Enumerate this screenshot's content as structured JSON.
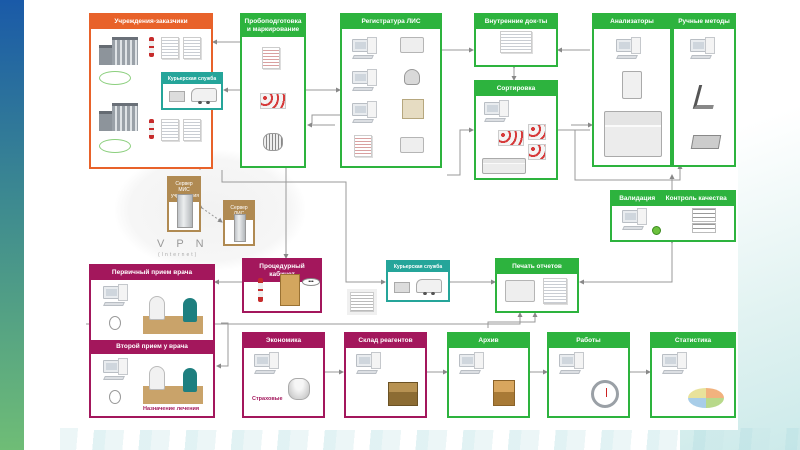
{
  "colors": {
    "green": "#2db33e",
    "orange": "#e8622a",
    "plum": "#a3175c",
    "teal": "#25a59a",
    "tan": "#b08a52"
  },
  "boxes": {
    "clients": "Учреждения-заказчики",
    "courier_top": "Курьерская служба",
    "preanalytics": "Пробоподготовка и маркирование",
    "registry": "Регистратура ЛИС",
    "internal_docs": "Внутренние док-ты",
    "sorting": "Сортировка",
    "analyzers": "Анализаторы",
    "manual": "Ручные методы",
    "validation": "Валидация",
    "quality": "Контроль качества",
    "server_client": "Сервер МИС учреждения",
    "server_lis": "Сервер ЛИС",
    "first_visit": "Первичный прием врача",
    "second_visit": "Второй прием у врача",
    "treatment": "Назначение лечения",
    "procedure": "Процедурный кабинет",
    "courier_mid": "Курьерская служба",
    "report_print": "Печать отчетов",
    "economics": "Экономика",
    "insurance": "Страховые",
    "reagents": "Склад реагентов",
    "archive": "Архив",
    "works": "Работы",
    "statistics": "Статистика"
  },
  "vpn": {
    "label": "VPN",
    "sub": "(Internet)"
  },
  "bubble_text": "•••"
}
